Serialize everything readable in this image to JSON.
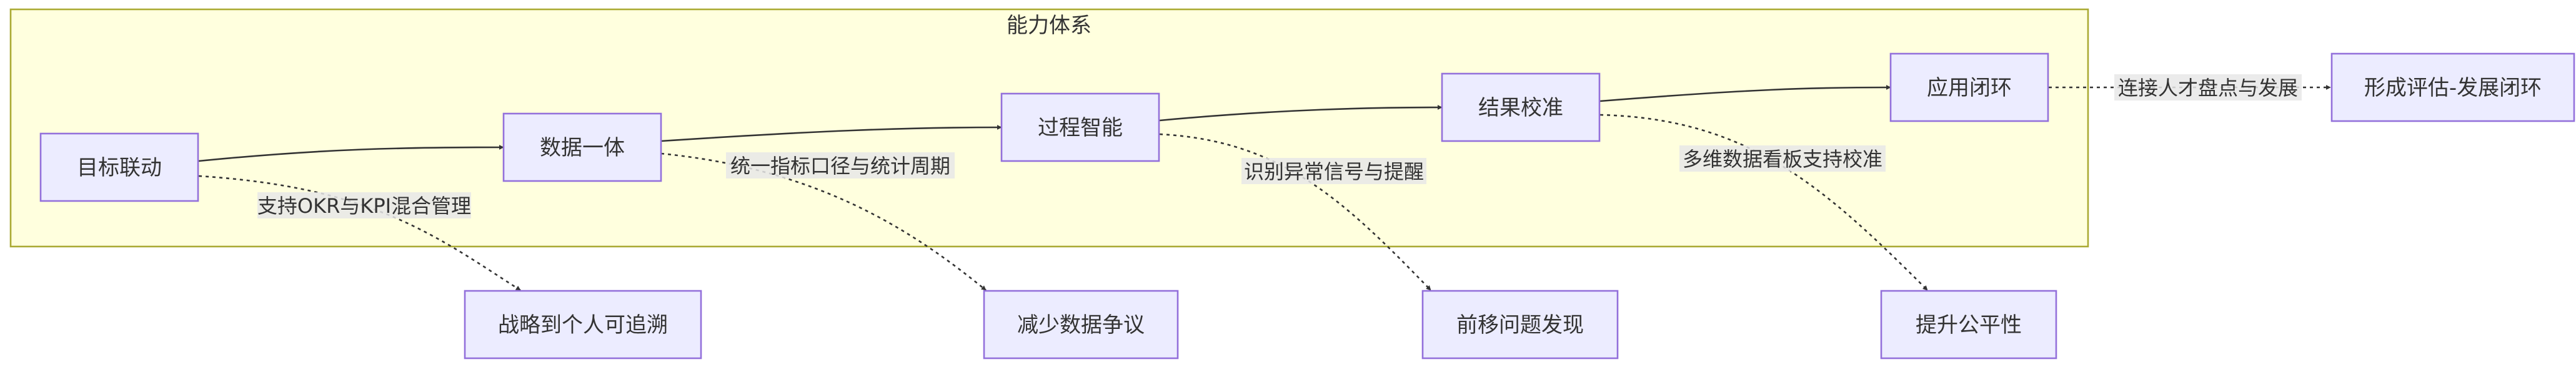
{
  "diagram": {
    "cluster_title": "能力体系",
    "nodes": {
      "goal_link": "目标联动",
      "data_unity": "数据一体",
      "process_intel": "过程智能",
      "result_calib": "结果校准",
      "app_loop": "应用闭环",
      "eval_loop": "形成评估-发展闭环",
      "trace": "战略到个人可追溯",
      "less_dispute": "减少数据争议",
      "early_detect": "前移问题发现",
      "fairness": "提升公平性"
    },
    "edge_labels": {
      "okr_kpi": "支持OKR与KPI混合管理",
      "unified_metrics": "统一指标口径与统计周期",
      "anomaly": "识别异常信号与提醒",
      "dashboard": "多维数据看板支持校准",
      "talent": "连接人才盘点与发展"
    },
    "colors": {
      "node_fill": "#ECECFF",
      "node_stroke": "#9370DB",
      "cluster_fill": "#ffffde",
      "cluster_stroke": "#aaaa33",
      "edge": "#333333"
    }
  }
}
